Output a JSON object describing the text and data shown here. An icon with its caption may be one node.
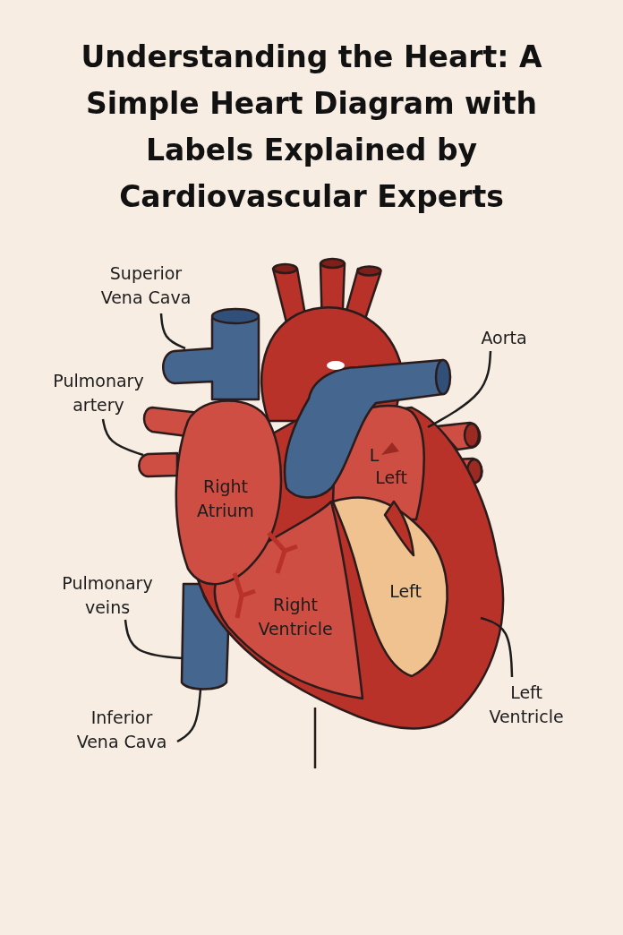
{
  "diagram": {
    "title": "Understanding the Heart: A Simple Heart Diagram with Labels Explained by Cardiovascular Experts",
    "nodes": [
      {
        "text": [
          "Superior Vena Cava"
        ]
      },
      {
        "text": [
          "Pulmonary artery"
        ]
      },
      {
        "text": [
          "Aorta"
        ]
      },
      {
        "text": [
          "Pulmonary veins"
        ]
      },
      {
        "text": [
          "Inferior Vena Cava"
        ]
      },
      {
        "text": [
          "Left Ventricle"
        ]
      },
      {
        "text": [],
        "shape": "cylinder"
      },
      {
        "text": [],
        "shape": "cylinder"
      },
      {
        "text": [],
        "shape": "cylinder"
      },
      {
        "text": [],
        "shape": "cylinder"
      },
      {
        "text": [],
        "shape": "heart"
      }
    ],
    "edges": [
      {
        "from": 0,
        "to": 6,
        "arrow": "none"
      },
      {
        "from": 1,
        "to": 7,
        "arrow": "none"
      },
      {
        "from": 2,
        "to": 8,
        "arrow": "none"
      },
      {
        "from": 3,
        "to": 9,
        "arrow": "none"
      },
      {
        "from": 4,
        "to": 9,
        "arrow": "none"
      },
      {
        "from": 5,
        "to": 10,
        "arrow": "none"
      }
    ],
    "labels": [
      "Right Atrium",
      "L",
      "Left",
      "Left",
      "Right Ventricle"
    ]
  }
}
